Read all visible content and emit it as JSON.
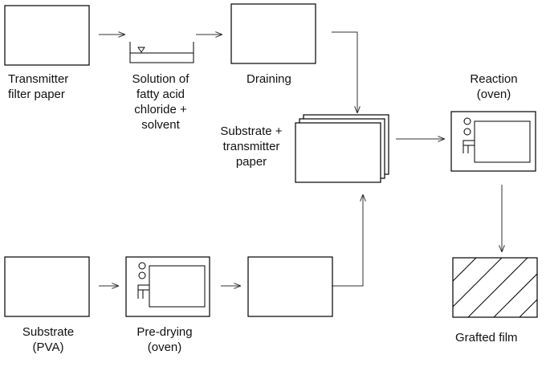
{
  "labels": {
    "transmitter_line1": "Transmitter",
    "transmitter_line2": "filter paper",
    "solution_line1": "Solution of",
    "solution_line2": "fatty acid",
    "solution_line3": "chloride +",
    "solution_line4": "solvent",
    "draining": "Draining",
    "stack_line1": "Substrate +",
    "stack_line2": "transmitter",
    "stack_line3": "paper",
    "reaction_line1": "Reaction",
    "reaction_line2": "(oven)",
    "grafted": "Grafted film",
    "substrate_line1": "Substrate",
    "substrate_line2": "(PVA)",
    "predrying_line1": "Pre-drying",
    "predrying_line2": "(oven)"
  },
  "colors": {
    "stroke": "#000000",
    "arrow": "#333333",
    "text": "#111111",
    "background": "#ffffff"
  },
  "icons": {
    "oven": "oven-icon",
    "beaker": "beaker-icon",
    "hatch": "diagonal-hatch"
  }
}
